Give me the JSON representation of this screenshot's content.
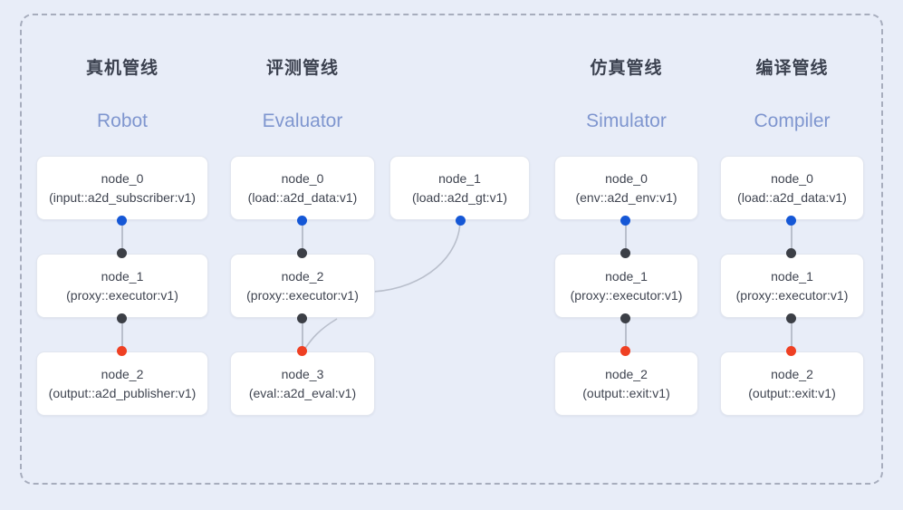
{
  "frame": {
    "border_color": "#a7adbd",
    "background": "#e8edf8"
  },
  "palette": {
    "node_bg": "#ffffff",
    "node_border": "#e2e6ef",
    "title_color": "#3c4250",
    "subtitle_color": "#7f96cf",
    "dot_input": "#1557d6",
    "dot_mid": "#3c3f46",
    "dot_output": "#ef4023",
    "edge": "#b9bfcc"
  },
  "columns": [
    {
      "key": "robot",
      "title": "真机管线",
      "subtitle": "Robot",
      "nodes": [
        {
          "id": "node_0",
          "type": "(input::a2d_subscriber:v1)"
        },
        {
          "id": "node_1",
          "type": "(proxy::executor:v1)"
        },
        {
          "id": "node_2",
          "type": "(output::a2d_publisher:v1)"
        }
      ]
    },
    {
      "key": "evaluator",
      "title": "评测管线",
      "subtitle": "Evaluator",
      "nodes": [
        {
          "id": "node_0",
          "type": "(load::a2d_data:v1)"
        },
        {
          "id": "node_2",
          "type": "(proxy::executor:v1)"
        },
        {
          "id": "node_3",
          "type": "(eval::a2d_eval:v1)"
        }
      ],
      "side_nodes": [
        {
          "id": "node_1",
          "type": "(load::a2d_gt:v1)"
        }
      ]
    },
    {
      "key": "simulator",
      "title": "仿真管线",
      "subtitle": "Simulator",
      "nodes": [
        {
          "id": "node_0",
          "type": "(env::a2d_env:v1)"
        },
        {
          "id": "node_1",
          "type": "(proxy::executor:v1)"
        },
        {
          "id": "node_2",
          "type": "(output::exit:v1)"
        }
      ]
    },
    {
      "key": "compiler",
      "title": "编译管线",
      "subtitle": "Compiler",
      "nodes": [
        {
          "id": "node_0",
          "type": "(load::a2d_data:v1)"
        },
        {
          "id": "node_1",
          "type": "(proxy::executor:v1)"
        },
        {
          "id": "node_2",
          "type": "(output::exit:v1)"
        }
      ]
    }
  ]
}
